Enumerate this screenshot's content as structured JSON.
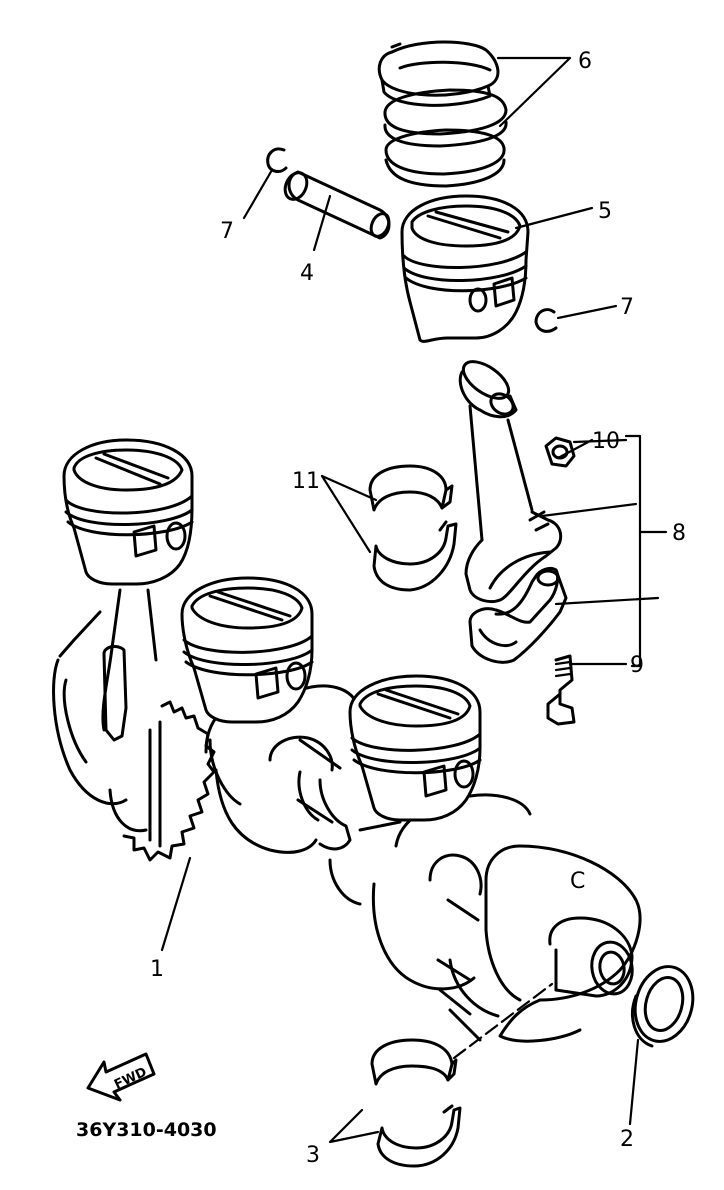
{
  "diagram": {
    "code": "36Y310-4030",
    "direction_arrow": "FWD",
    "crank_mark": "C",
    "callouts": [
      "1",
      "2",
      "3",
      "4",
      "5",
      "6",
      "7",
      "7",
      "8",
      "9",
      "10",
      "11"
    ]
  }
}
